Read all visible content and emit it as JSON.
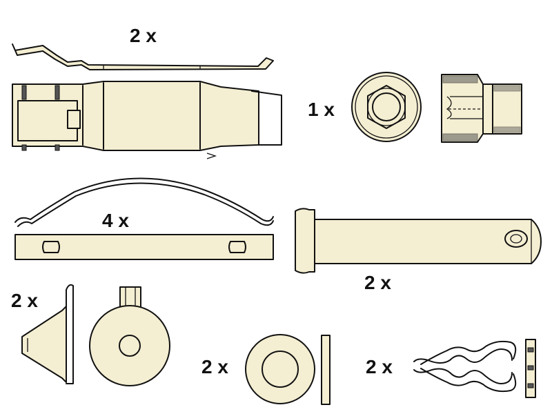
{
  "labels": {
    "top_spring": "2 x",
    "bolt": "1 x",
    "arch_spring": "4 x",
    "pin": "2 x",
    "cone": "2 x",
    "washer": "2 x",
    "clip": "2 x"
  },
  "colors": {
    "part_fill": "#f4eed2",
    "outline": "#111111",
    "background": "#ffffff"
  }
}
